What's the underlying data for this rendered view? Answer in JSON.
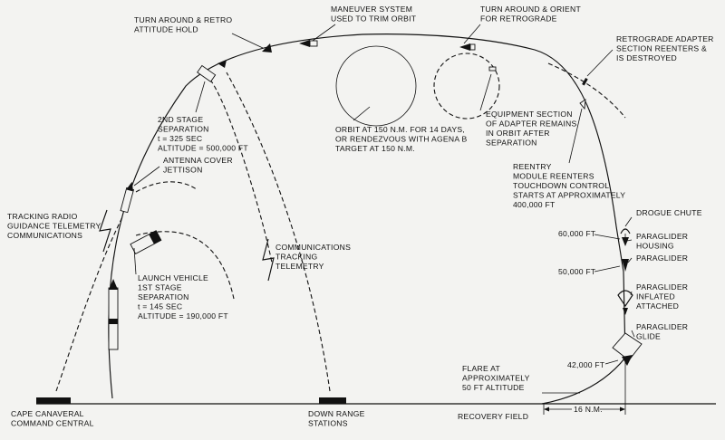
{
  "labels": {
    "turn_retro": [
      "TURN AROUND & RETRO",
      "ATTITUDE HOLD"
    ],
    "maneuver": [
      "MANEUVER SYSTEM",
      "USED TO TRIM ORBIT"
    ],
    "turn_orient": [
      "TURN AROUND & ORIENT",
      "FOR RETROGRADE"
    ],
    "retro_adapter": [
      "RETROGRADE ADAPTER",
      "SECTION REENTERS &",
      "IS DESTROYED"
    ],
    "second_stage": [
      "2ND STAGE",
      "SEPARATION",
      "t = 325 SEC",
      "ALTITUDE = 500,000 FT"
    ],
    "orbit": [
      "ORBIT AT 150 N.M. FOR 14 DAYS,",
      "OR RENDEZVOUS WITH AGENA B",
      "TARGET AT 150 N.M."
    ],
    "equipment": [
      "EQUIPMENT SECTION",
      "OF ADAPTER REMAINS",
      "IN ORBIT AFTER",
      "SEPARATION"
    ],
    "antenna": [
      "ANTENNA COVER",
      "JETTISON"
    ],
    "tracking_radio": [
      "TRACKING RADIO",
      "GUIDANCE TELEMETRY",
      "COMMUNICATIONS"
    ],
    "reentry": [
      "REENTRY",
      "MODULE REENTERS",
      "TOUCHDOWN CONTROL",
      "STARTS AT APPROXIMATELY",
      "400,000 FT"
    ],
    "drogue": [
      "DROGUE CHUTE"
    ],
    "paraglider_housing": [
      "PARAGLIDER",
      "HOUSING"
    ],
    "paraglider": [
      "PARAGLIDER"
    ],
    "comms": [
      "COMMUNICATIONS",
      "TRACKING",
      "TELEMETRY"
    ],
    "launch_vehicle": [
      "LAUNCH VEHICLE",
      "1ST STAGE",
      "SEPARATION",
      "t = 145 SEC",
      "ALTITUDE = 190,000 FT"
    ],
    "inflated": [
      "PARAGLIDER",
      "INFLATED",
      "ATTACHED"
    ],
    "glide": [
      "PARAGLIDER",
      "GLIDE"
    ],
    "flare": [
      "FLARE AT",
      "APPROXIMATELY",
      "50 FT ALTITUDE"
    ],
    "cape": [
      "CAPE CANAVERAL",
      "COMMAND CENTRAL"
    ],
    "downrange": [
      "DOWN RANGE",
      "STATIONS"
    ],
    "recovery": [
      "RECOVERY FIELD"
    ]
  },
  "altitudes": {
    "a60": "60,000 FT",
    "a50": "50,000 FT",
    "a42": "42,000 FT"
  },
  "distance": "16 N.M."
}
